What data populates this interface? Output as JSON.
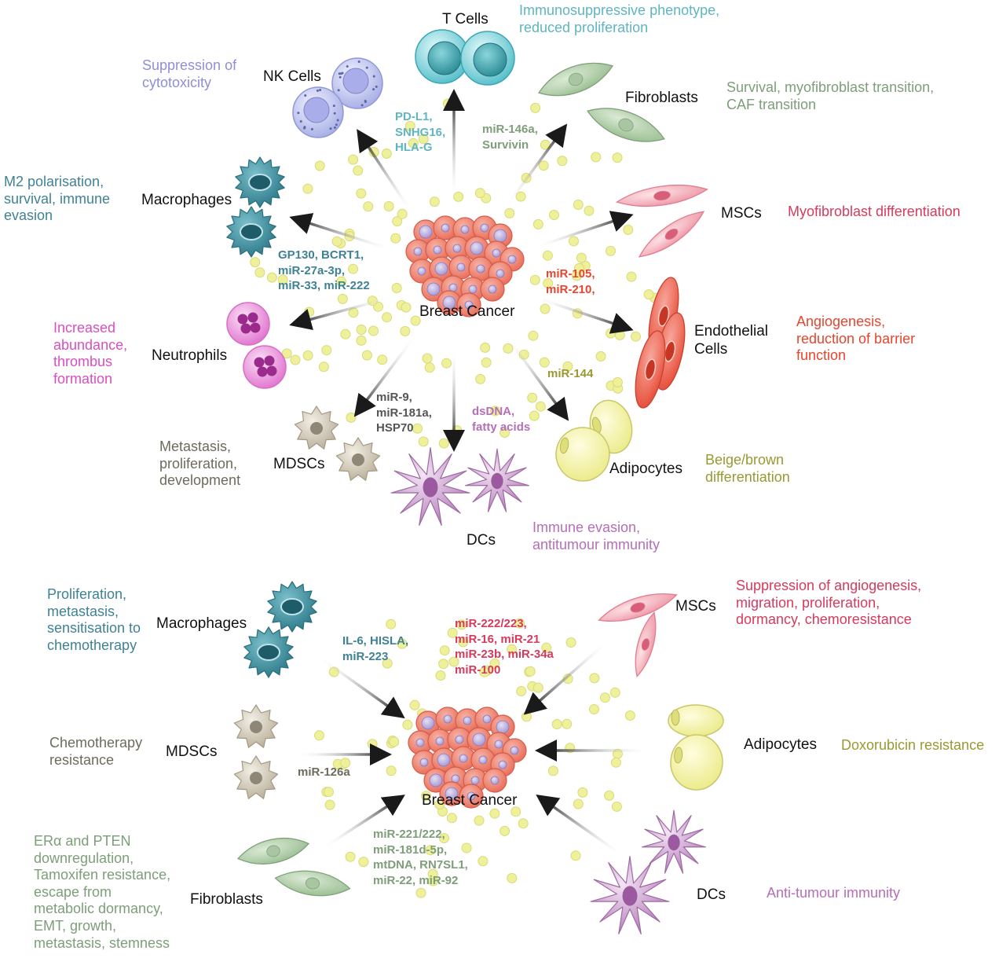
{
  "colors": {
    "nk": "#8e8fd6",
    "tcell": "#5fb5c2",
    "fibro": "#7e9e7a",
    "msc": "#d63a5c",
    "endo": "#e6452e",
    "adipo": "#999933",
    "dc": "#b56fb8",
    "mdsc": "#6e6a5c",
    "neut": "#d94fc0",
    "macro": "#3f8294",
    "dark": "#111111",
    "arrow": "#1a1a1a",
    "vesicle": "#eef09a"
  },
  "top": {
    "center_label": "Breast Cancer",
    "cells": {
      "t_cells": "T Cells",
      "nk_cells": "NK Cells",
      "fibroblasts": "Fibroblasts",
      "macrophages": "Macrophages",
      "mscs": "MSCs",
      "neutrophils": "Neutrophils",
      "endothelial": "Endothelial\nCells",
      "mdscs": "MDSCs",
      "adipocytes": "Adipocytes",
      "dcs": "DCs"
    },
    "effects": {
      "t_cells": "Immunosuppressive phenotype,\nreduced proliferation",
      "nk_cells": "Suppression of\ncytotoxicity",
      "fibroblasts": "Survival, myofibroblast transition,\nCAF transition",
      "macrophages": "M2 polarisation,\nsurvival, immune\nevasion",
      "mscs": "Myofibroblast differentiation",
      "neutrophils": "Increased\nabundance,\nthrombus\nformation",
      "endothelial": "Angiogenesis,\nreduction of barrier\nfunction",
      "mdscs": "Metastasis,\nproliferation,\ndevelopment",
      "adipocytes": "Beige/brown\ndifferentiation",
      "dcs": "Immune evasion,\nantitumour immunity"
    },
    "molecules": {
      "t_cells": "PD-L1,\nSNHG16,\nHLA-G",
      "fibroblasts": "miR-146a,\nSurvivin",
      "macrophages": "GP130, BCRT1,\nmiR-27a-3p,\nmiR-33, miR-222",
      "endothelial": "miR-105,\nmiR-210,",
      "adipocytes": "miR-144",
      "mdscs": "miR-9,\nmiR-181a,\nHSP70",
      "dcs": "dsDNA,\nfatty acids"
    }
  },
  "bottom": {
    "center_label": "Breast Cancer",
    "cells": {
      "macrophages": "Macrophages",
      "mscs": "MSCs",
      "mdscs": "MDSCs",
      "adipocytes": "Adipocytes",
      "fibroblasts": "Fibroblasts",
      "dcs": "DCs"
    },
    "effects": {
      "macrophages": "Proliferation,\nmetastasis,\nsensitisation to\nchemotherapy",
      "mscs": "Suppression of angiogenesis,\nmigration, proliferation,\ndormancy, chemoresistance",
      "mdscs": "Chemotherapy\nresistance",
      "adipocytes": "Doxorubicin resistance",
      "fibroblasts": "ERα and PTEN\ndownregulation,\nTamoxifen resistance,\nescape from\nmetabolic dormancy,\nEMT, growth,\nmetastasis, stemness",
      "dcs": "Anti-tumour immunity"
    },
    "molecules": {
      "macrophages": "IL-6, HISLA,\nmiR-223",
      "mscs": "miR-222/223,\nmiR-16, miR-21\nmiR-23b, miR-34a\nmiR-100",
      "mdscs": "miR-126a",
      "fibroblasts": "miR-221/222,\nmiR-181d-5p,\nmtDNA, RN7SL1,\nmiR-22, miR-92"
    }
  }
}
